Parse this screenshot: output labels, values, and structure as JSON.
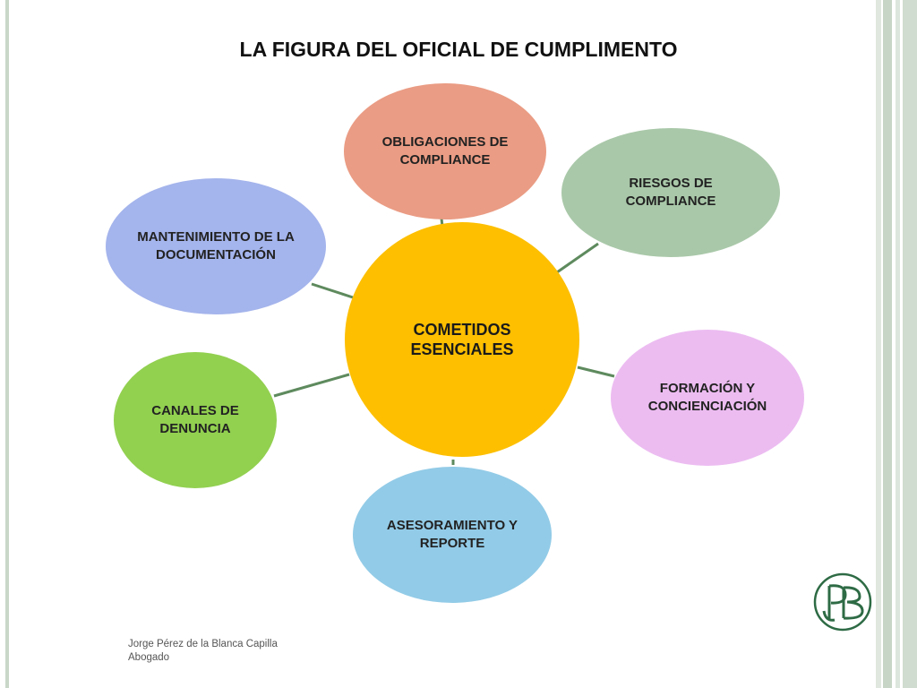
{
  "title": "LA FIGURA DEL OFICIAL DE CUMPLIMENTO",
  "center": {
    "label": "COMETIDOS ESENCIALES",
    "color": "#FDBF00"
  },
  "nodes": [
    {
      "id": "obligaciones",
      "label": "OBLIGACIONES DE COMPLIANCE",
      "color": "#EA9C84"
    },
    {
      "id": "riesgos",
      "label": "RIESGOS DE COMPLIANCE",
      "color": "#A9C8A9"
    },
    {
      "id": "formacion",
      "label": "FORMACIÓN Y CONCIENCIACIÓN",
      "color": "#ECBCF1"
    },
    {
      "id": "asesoramiento",
      "label": "ASESORAMIENTO Y REPORTE",
      "color": "#92CBE7"
    },
    {
      "id": "canales",
      "label": "CANALES DE DENUNCIA",
      "color": "#92D050"
    },
    {
      "id": "mantenimiento",
      "label": "MANTENIMIENTO DE LA DOCUMENTACIÓN",
      "color": "#A4B4EC"
    }
  ],
  "connector_color": "#5E8A5E",
  "footer": {
    "name": "Jorge Pérez de la Blanca Capilla",
    "role": "Abogado"
  },
  "logo": {
    "icon": "jpb-monogram-logo",
    "color": "#2E6B45"
  }
}
